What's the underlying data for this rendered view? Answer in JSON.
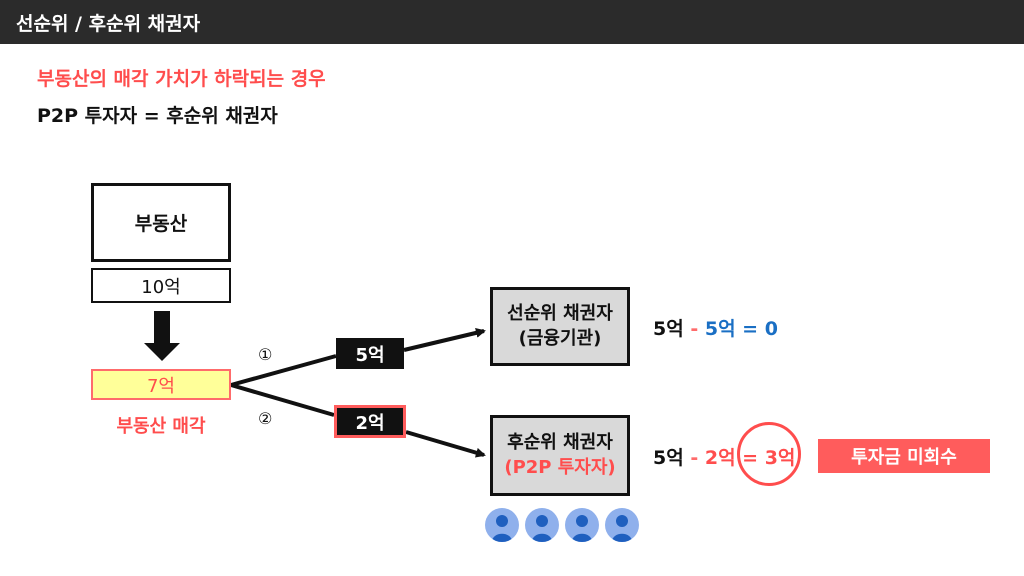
{
  "header": {
    "title": "선순위 / 후순위 채권자"
  },
  "subtitle": {
    "line1": "부동산의 매각 가치가 하락되는 경우",
    "line2": "P2P 투자자 = 후순위 채권자"
  },
  "property": {
    "label": "부동산",
    "value": "10억"
  },
  "sale": {
    "value": "7억",
    "label": "부동산 매각"
  },
  "routes": [
    {
      "marker": "①",
      "amount": "5억"
    },
    {
      "marker": "②",
      "amount": "2억"
    }
  ],
  "senior": {
    "line1": "선순위 채권자",
    "line2": "(금융기관)"
  },
  "junior": {
    "line1": "후순위 채권자",
    "line2": "(P2P 투자자)"
  },
  "equations": {
    "senior": {
      "a": "5억",
      "op": "-",
      "b": "5억",
      "eq": "= 0"
    },
    "junior": {
      "a": "5억",
      "op": "-",
      "b": "2억",
      "eq": "= 3억"
    }
  },
  "loss_label": "투자금 미회수",
  "investors": [
    "investor-icon",
    "investor-icon",
    "investor-icon",
    "investor-icon"
  ],
  "colors": {
    "accent_red": "#ff4d4d",
    "blue": "#1a6fc4",
    "box_gray": "#d9d9d9",
    "highlight_yellow": "#ffff99",
    "avatar": "#8fb0ec"
  }
}
